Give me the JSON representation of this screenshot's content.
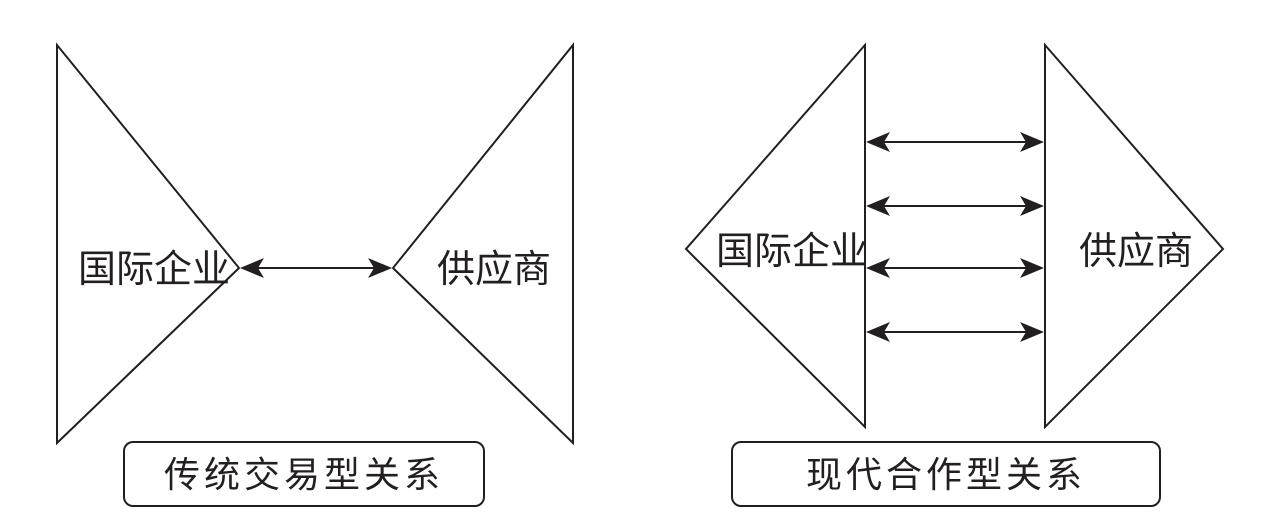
{
  "traditional": {
    "left_label": "国际企业",
    "right_label": "供应商",
    "caption": "传统交易型关系"
  },
  "modern": {
    "left_label": "国际企业",
    "right_label": "供应商",
    "caption": "现代合作型关系"
  }
}
